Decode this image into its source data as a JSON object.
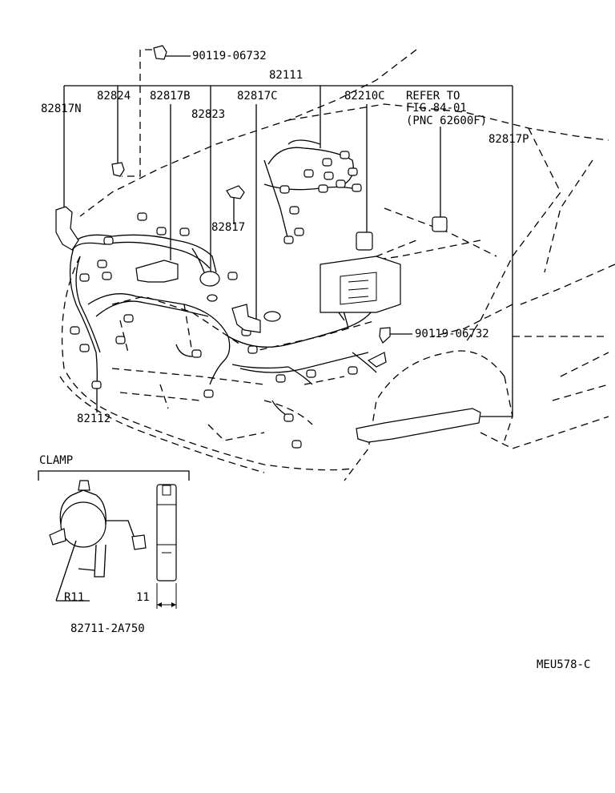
{
  "labels": {
    "bolt_top": "90119-06732",
    "harness_main": "82111",
    "p82824": "82824",
    "p82817b": "82817B",
    "p82817c": "82817C",
    "p82210c": "82210C",
    "refer_line1": "REFER TO",
    "refer_line2": "FIG.84-01",
    "refer_line3": "(PNC 62600F)",
    "p82817n": "82817N",
    "p82823": "82823",
    "p82817p": "82817P",
    "p82817": "82817",
    "bolt_right": "90119-06732",
    "p82112": "82112",
    "clamp_title": "CLAMP",
    "clamp_radius": "R11",
    "clamp_width": "11",
    "clamp_part": "82711-2A750",
    "figure_code": "MEU578-C"
  }
}
